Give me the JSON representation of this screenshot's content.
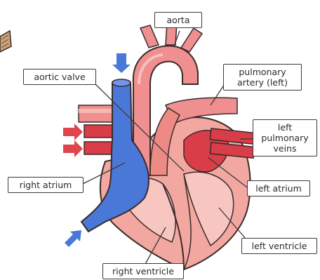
{
  "diagram": {
    "labels": {
      "aorta": "aorta",
      "aortic_valve": "aortic valve",
      "pulmonary_artery_line1": "pulmonary",
      "pulmonary_artery_line2": "artery (left)",
      "pulmonary_veins_line1": "left",
      "pulmonary_veins_line2": "pulmonary",
      "pulmonary_veins_line3": "veins",
      "right_atrium": "right atrium",
      "left_atrium": "left atrium",
      "left_ventricle": "left ventricle",
      "right_ventricle": "right ventricle"
    },
    "colors": {
      "outline": "#3a2a2a",
      "heart_muscle": "#f3a7a1",
      "muscle_light": "#f7c6c0",
      "vessel_pink": "#f08f8f",
      "deoxygenated_blue": "#4a78d8",
      "oxygenated_red": "#d93d48",
      "arrow_red": "#e0444c",
      "arrow_blue": "#4a78d8"
    }
  }
}
